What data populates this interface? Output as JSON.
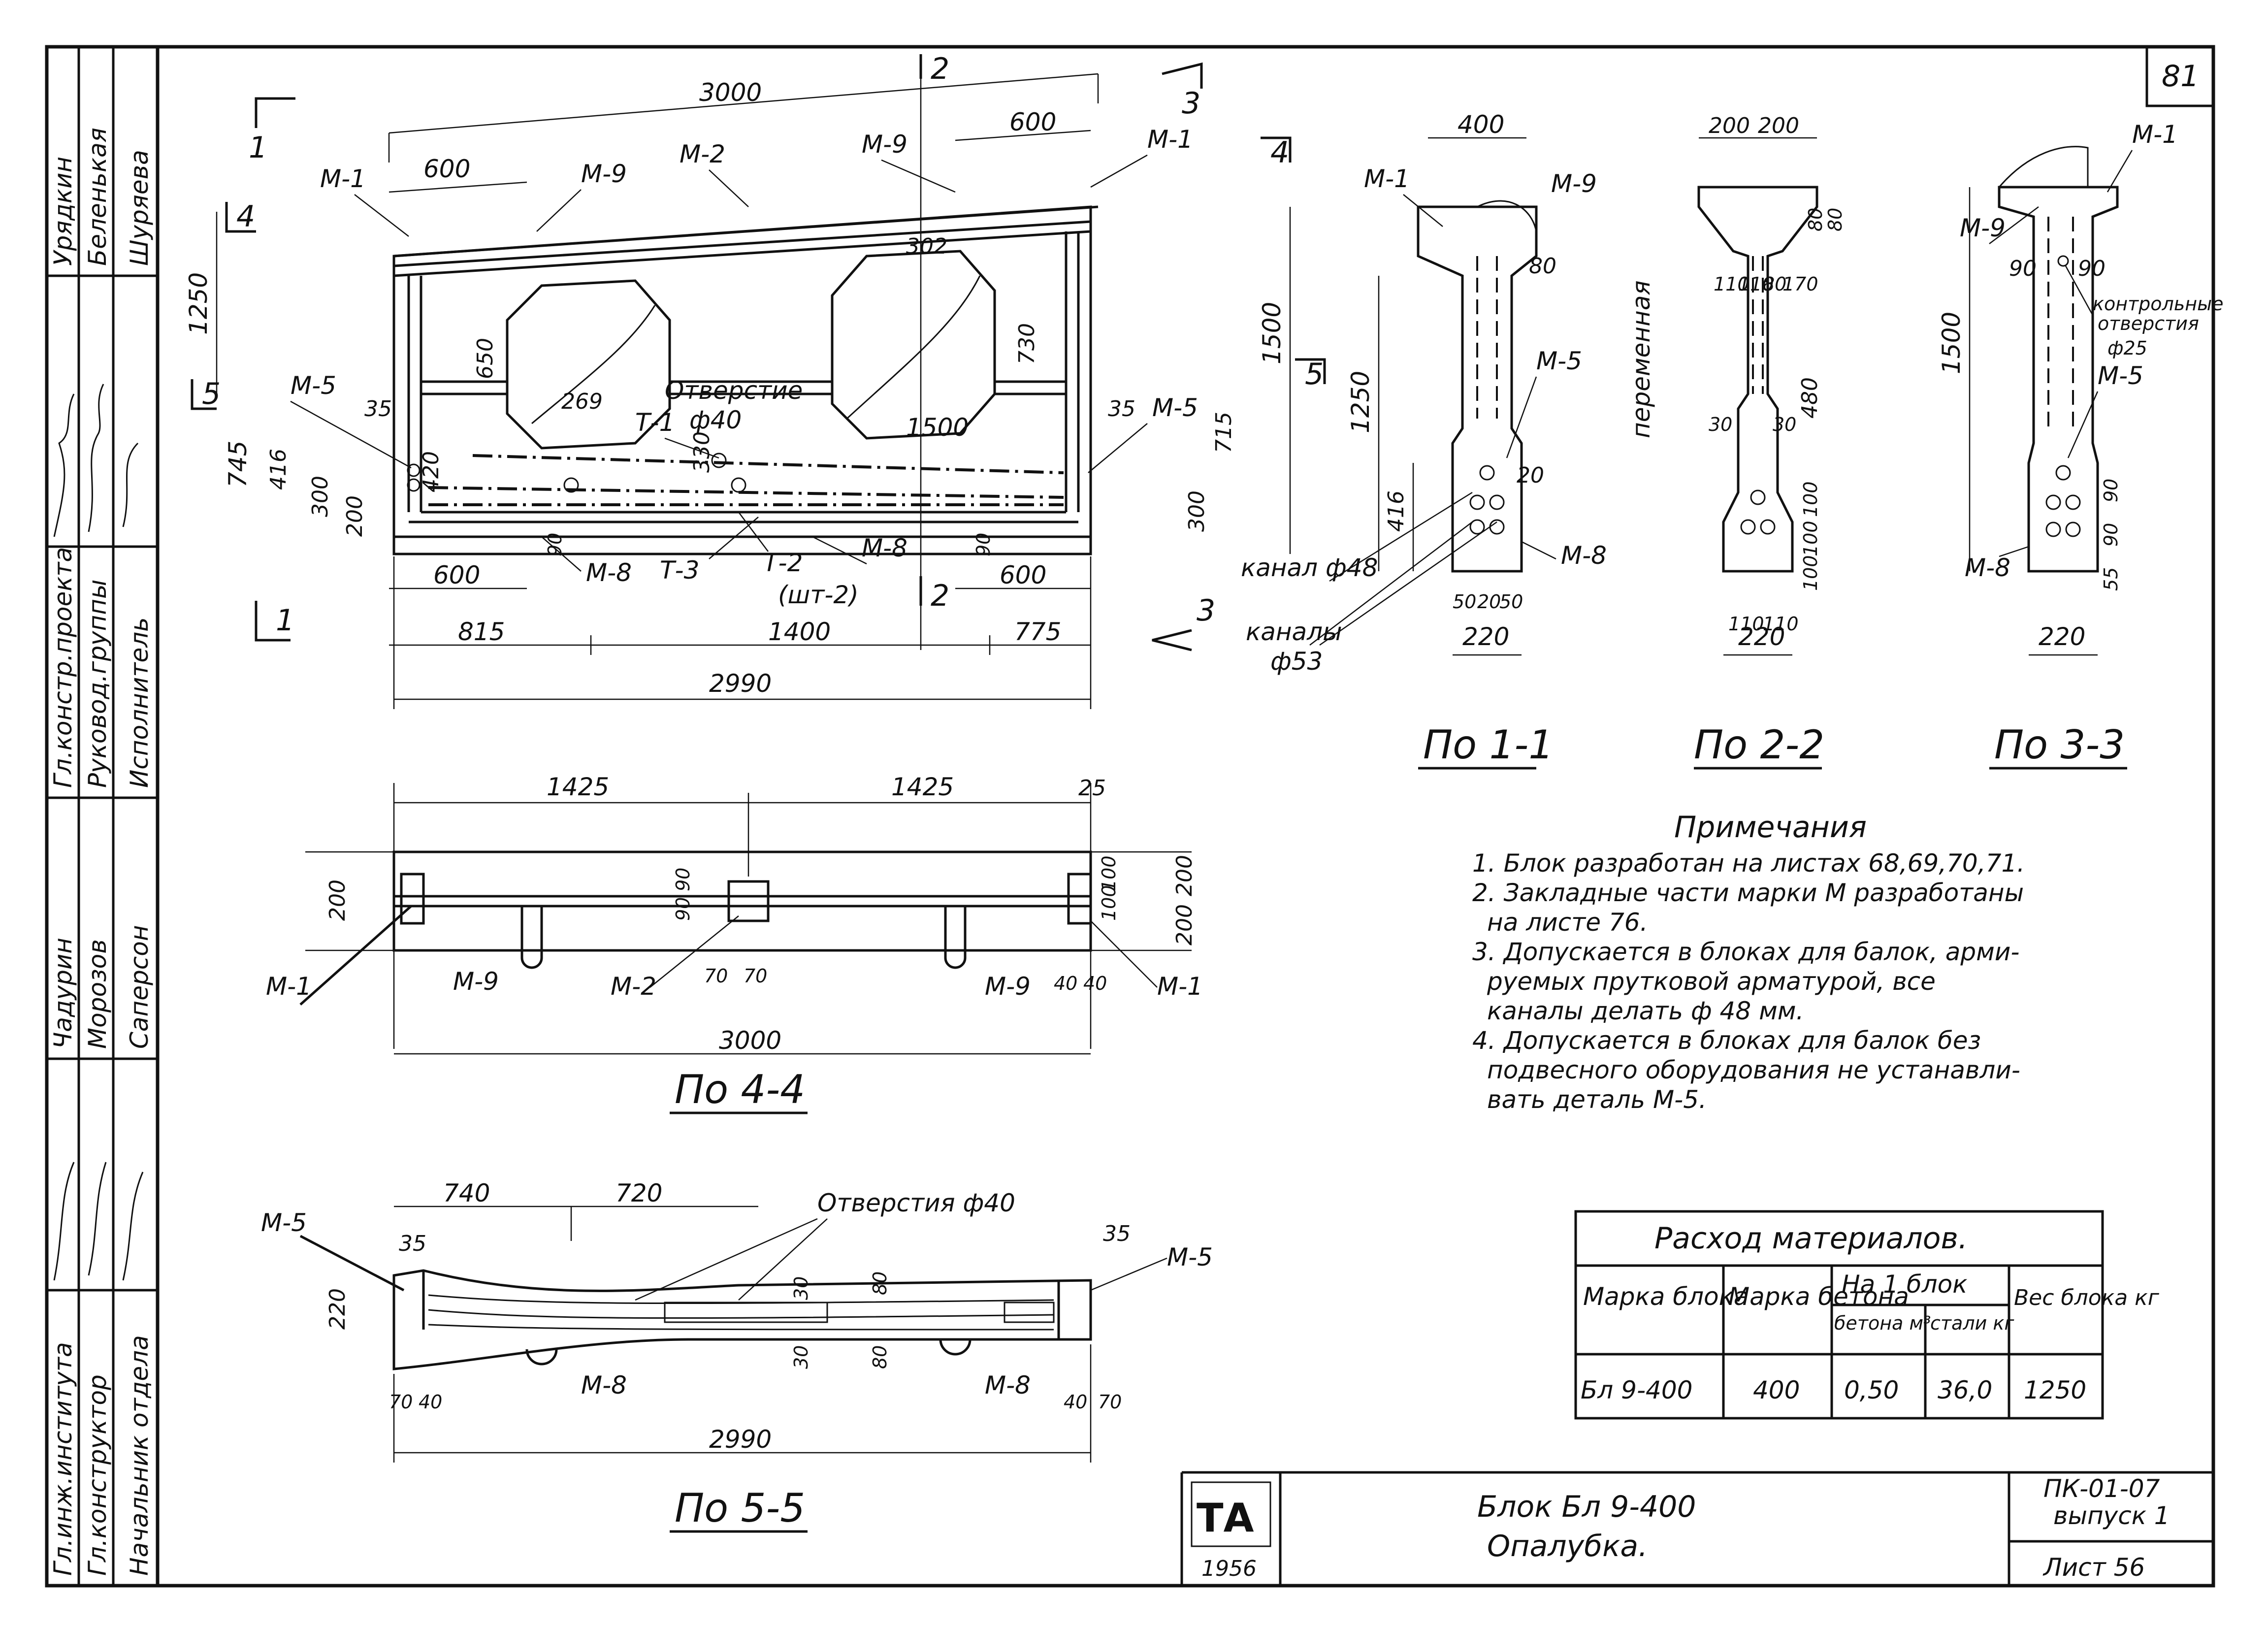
{
  "sheet_number_top": "81",
  "stamp": {
    "logo_text": "ТА",
    "year": "1956"
  },
  "title": {
    "line1": "Блок Бл 9-400",
    "line2": "Опалубка."
  },
  "doc_code": {
    "line1": "ПК-01-07",
    "line2": "выпуск 1",
    "sheet": "Лист 56"
  },
  "side_block": {
    "roles": [
      "Гл.инж.института",
      "Гл.конструктор",
      "Начальник отдела",
      "Гл.констр.проекта",
      "Руковод.группы",
      "Исполнитель"
    ],
    "names": [
      "Чадурин",
      "Морозов",
      "Саперсон",
      "Урядкин",
      "Беленькая",
      "Шуряева"
    ]
  },
  "views": {
    "elevation": {
      "marks": [
        "М-1",
        "М-9",
        "М-2",
        "М-9",
        "М-1",
        "М-5",
        "М-5",
        "Т-1",
        "Т-3",
        "Т-2",
        "(шт-2)",
        "М-8",
        "М-8"
      ],
      "hole_label": "Отверстие",
      "hole_dia": "ф40",
      "dims": [
        "3000",
        "600",
        "600",
        "1250",
        "1500",
        "650",
        "730",
        "302",
        "269",
        "1500",
        "745",
        "35",
        "35",
        "715",
        "416",
        "300",
        "330",
        "420",
        "200",
        "300",
        "90",
        "90",
        "600",
        "600",
        "815",
        "1400",
        "775",
        "2990"
      ],
      "section_marks": [
        "1",
        "1",
        "2",
        "2",
        "3",
        "3",
        "4",
        "4",
        "5",
        "5"
      ]
    },
    "sec11": {
      "caption": "По 1-1",
      "dims": [
        "400",
        "80",
        "1250",
        "416",
        "20",
        "50",
        "20",
        "50",
        "220"
      ],
      "marks": [
        "М-1",
        "М-9",
        "М-5",
        "М-8"
      ],
      "channel1": "канал ф48",
      "channel2_line1": "каналы",
      "channel2_line2": "ф53"
    },
    "sec22": {
      "caption": "По 2-2",
      "dims": [
        "200",
        "200",
        "80",
        "80",
        "110",
        "110",
        "80",
        "170",
        "30",
        "30",
        "480",
        "100",
        "100",
        "100",
        "110",
        "110",
        "220"
      ],
      "note": "переменная"
    },
    "sec33": {
      "caption": "По 3-3",
      "dims": [
        "1500",
        "90",
        "90",
        "55",
        "90",
        "90",
        "220"
      ],
      "marks": [
        "М-1",
        "М-9",
        "М-5",
        "М-8"
      ],
      "holes_line1": "контрольные",
      "holes_line2": "отверстия",
      "holes_line3": "ф25"
    },
    "sec44": {
      "caption": "По 4-4",
      "dims": [
        "1425",
        "1425",
        "25",
        "200",
        "90",
        "90",
        "100",
        "100",
        "200",
        "200",
        "70",
        "70",
        "40",
        "40",
        "3000"
      ],
      "marks": [
        "М-1",
        "М-9",
        "М-2",
        "М-9",
        "М-1"
      ]
    },
    "sec55": {
      "caption": "По 5-5",
      "dims": [
        "740",
        "720",
        "35",
        "35",
        "220",
        "70",
        "40",
        "40",
        "70",
        "30",
        "30",
        "80",
        "80",
        "2990"
      ],
      "marks": [
        "М-5",
        "М-5",
        "М-8",
        "М-8"
      ],
      "holes": "Отверстия ф40"
    }
  },
  "notes": {
    "title": "Примечания",
    "items": [
      "1. Блок разработан на листах 68,69,70,71.",
      "2. Закладные части марки М разработаны",
      "на листе 76.",
      "3. Допускается в блоках для балок, арми-",
      "руемых прутковой арматурой, все",
      "каналы делать ф 48 мм.",
      "4. Допускается в блоках для балок без",
      "подвесного оборудования не устанавли-",
      "вать деталь М-5."
    ]
  },
  "materials_table": {
    "title": "Расход материалов.",
    "headers": [
      "Марка блока",
      "Марка бетона",
      "На 1 блок",
      "бетона м³",
      "стали кг",
      "Вес блока кг"
    ],
    "row": [
      "Бл 9-400",
      "400",
      "0,50",
      "36,0",
      "1250"
    ]
  }
}
